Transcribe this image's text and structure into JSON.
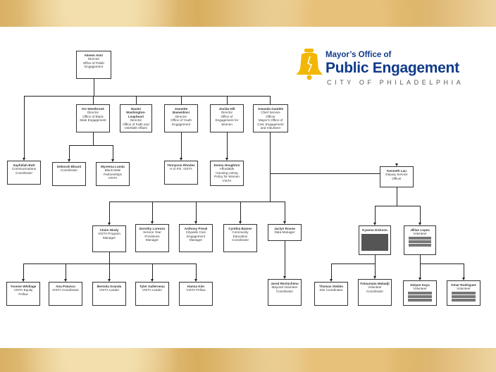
{
  "logo": {
    "line1": "Mayor’s Office of",
    "line2": "Public Engagement",
    "line3": "CITY OF PHILADELPHIA"
  },
  "nodes": {
    "director": {
      "name": "Akeem Amir",
      "title": "Director\nOffice of Public\nEngagement"
    },
    "westbrook": {
      "name": "Iris Westbrook",
      "title": "Director\nOffice of Black\nMale Engagement"
    },
    "washington": {
      "name": "Naomi Washington-Leapheart",
      "title": "Director\nOffice of Faith and\nInterfaith Affairs"
    },
    "jeanette": {
      "name": "Jeanette Bavwidinsi",
      "title": "Director\nOffice of Youth\nEngagement"
    },
    "jovida": {
      "name": "Jovida Hill",
      "title": "Director\nOffice of\nEngagement for\nWomen"
    },
    "gamble": {
      "name": "Amanda Gamble",
      "title": "Chief Service\nOfficer\nMayor's Office of\nCivic Engagement\nand Volunteer"
    },
    "butt": {
      "name": "Sayfullah Butt",
      "title": "Communications\nCoordinator"
    },
    "blount": {
      "name": "Deborah Blount",
      "title": "Coordinator"
    },
    "lunda": {
      "name": "Myreena Lunda",
      "title": "Black Male\nPartnerships\nVISTA"
    },
    "rhodes": {
      "name": "Tennyson Rhodes",
      "title": "H.O.P.E. VISTA"
    },
    "houghton": {
      "name": "Emma Houghton",
      "title": "Affordable\nHousing Listing\nPolicy for Women\nVISTA"
    },
    "lau": {
      "name": "Kenneth Lau",
      "title": "Deputy Service\nOfficer"
    },
    "hindy": {
      "name": "Claire Hindy",
      "title": "VISTA Program\nManager"
    },
    "lorenzo": {
      "name": "Dorothy Lorenzo",
      "title": "Service Year\nProvisions\nManager"
    },
    "preuk": {
      "name": "Anthony Preuk",
      "title": "Citywide Civic\nEngagement\nManager"
    },
    "baines": {
      "name": "Cynthia Baines",
      "title": "Community\nEducation\nCoordinator"
    },
    "roone": {
      "name": "Jaclyn Roone",
      "title": "Data Manager"
    },
    "dickson": {
      "name": "Kyanna Dickson",
      "title": ""
    },
    "lopez": {
      "name": "Jillian Lopez",
      "title": "Volunteer"
    },
    "whitlage": {
      "name": "Yvonne Whitlage",
      "title": "VISTA Equity\nFellow"
    },
    "polanco": {
      "name": "Ana Polanco",
      "title": "VISTA Coordinator"
    },
    "granda": {
      "name": "Bernida Granda",
      "title": "VISTA Leader"
    },
    "gallerneau": {
      "name": "Tyler Gallerneau",
      "title": "VISTA Leader"
    },
    "kim": {
      "name": "Hanna Kim",
      "title": "VISTA Fellow"
    },
    "rechichimo": {
      "name": "Jared Rechichimo",
      "title": "Mayoral Volunteer\nCoordinator"
    },
    "stebbs": {
      "name": "Thomas Stebbs",
      "title": "Site Coordinator"
    },
    "makadji": {
      "name": "Fatoumata Makadji",
      "title": "Volunteer\nCoordinator"
    },
    "kaya": {
      "name": "Dalyan Kaya",
      "title": "Volunteer"
    },
    "rodriguez": {
      "name": "Omar Rodriguez",
      "title": "Volunteer"
    }
  }
}
